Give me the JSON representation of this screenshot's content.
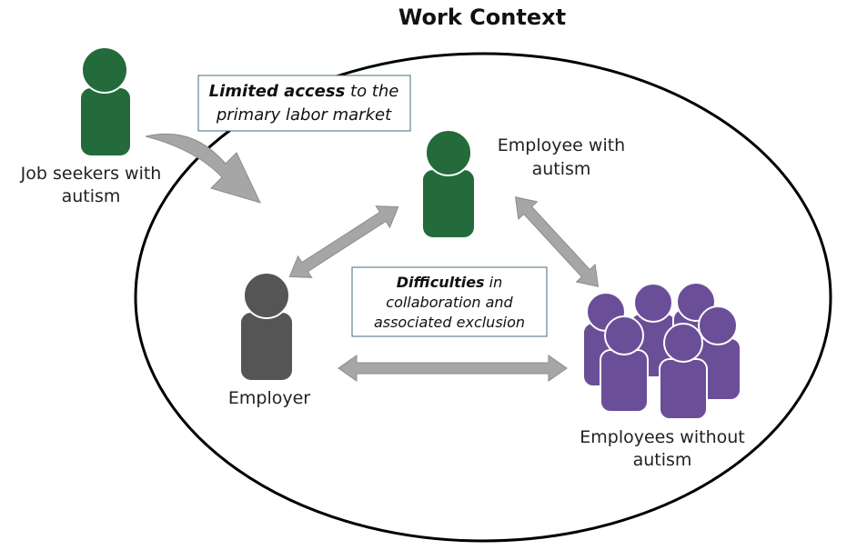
{
  "title": "Work Context",
  "actors": {
    "job_seekers": {
      "label_line1": "Job seekers with",
      "label_line2": "autism",
      "color": "#236b3a"
    },
    "employee_autism": {
      "label_line1": "Employee with",
      "label_line2": "autism",
      "color": "#236b3a"
    },
    "employer": {
      "label": "Employer",
      "color": "#555555"
    },
    "employees_without": {
      "label_line1": "Employees without",
      "label_line2": "autism",
      "color": "#6b4e98"
    }
  },
  "boxes": {
    "limited_access": {
      "bold": "Limited access",
      "rest_line1": " to the",
      "line2": "primary labor market"
    },
    "difficulties": {
      "bold": "Difficulties",
      "rest_line1": " in",
      "line2": "collaboration and",
      "line3": "associated exclusion"
    }
  },
  "colors": {
    "arrow_fill": "#a6a6a6",
    "arrow_stroke": "#8c8c8c",
    "box_border": "#4a6a7a"
  },
  "icons": [
    "person-icon",
    "group-icon",
    "curved-arrow-icon",
    "double-arrow-icon"
  ]
}
